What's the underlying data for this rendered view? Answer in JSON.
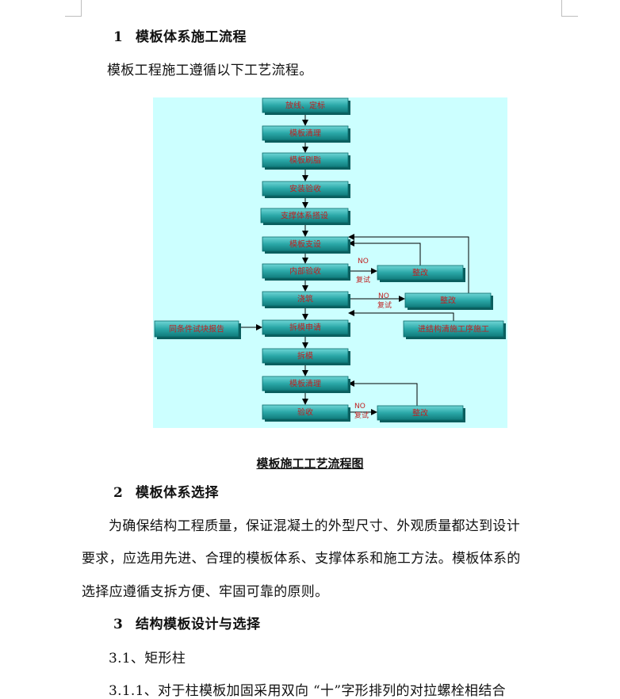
{
  "section1": {
    "num": "1",
    "title": "模板体系施工流程"
  },
  "intro": "模板工程施工遵循以下工艺流程。",
  "flowchart": {
    "main_steps": [
      "放线、定标",
      "模板清理",
      "模板刷脂",
      "安装验收",
      "支撑体系搭设",
      "模板支设",
      "内部验收",
      "浇筑",
      "拆模申请",
      "拆模",
      "模板清理",
      "验收"
    ],
    "rectify_label": "整改",
    "side_left": "同条件试块报告",
    "side_right": "进结构清施工序施工",
    "no_label": "NO",
    "retest_label": "复试"
  },
  "caption": "模板施工工艺流程图",
  "section2": {
    "num": "2",
    "title": "模板体系选择"
  },
  "para2": [
    "为确保结构工程质量，保证混凝土的外型尺寸、外观质量都达到设计",
    "要求，应选用先进、合理的模板体系、支撑体系和施工方法。模板体系的",
    "选择应遵循支拆方便、牢固可靠的原则。"
  ],
  "section3": {
    "num": "3",
    "title": "结构模板设计与选择"
  },
  "sub31": "3.1、矩形柱",
  "sub311": "3.1.1、对于柱模板加固采用双向 “十”字形排列的对拉螺栓相结合"
}
